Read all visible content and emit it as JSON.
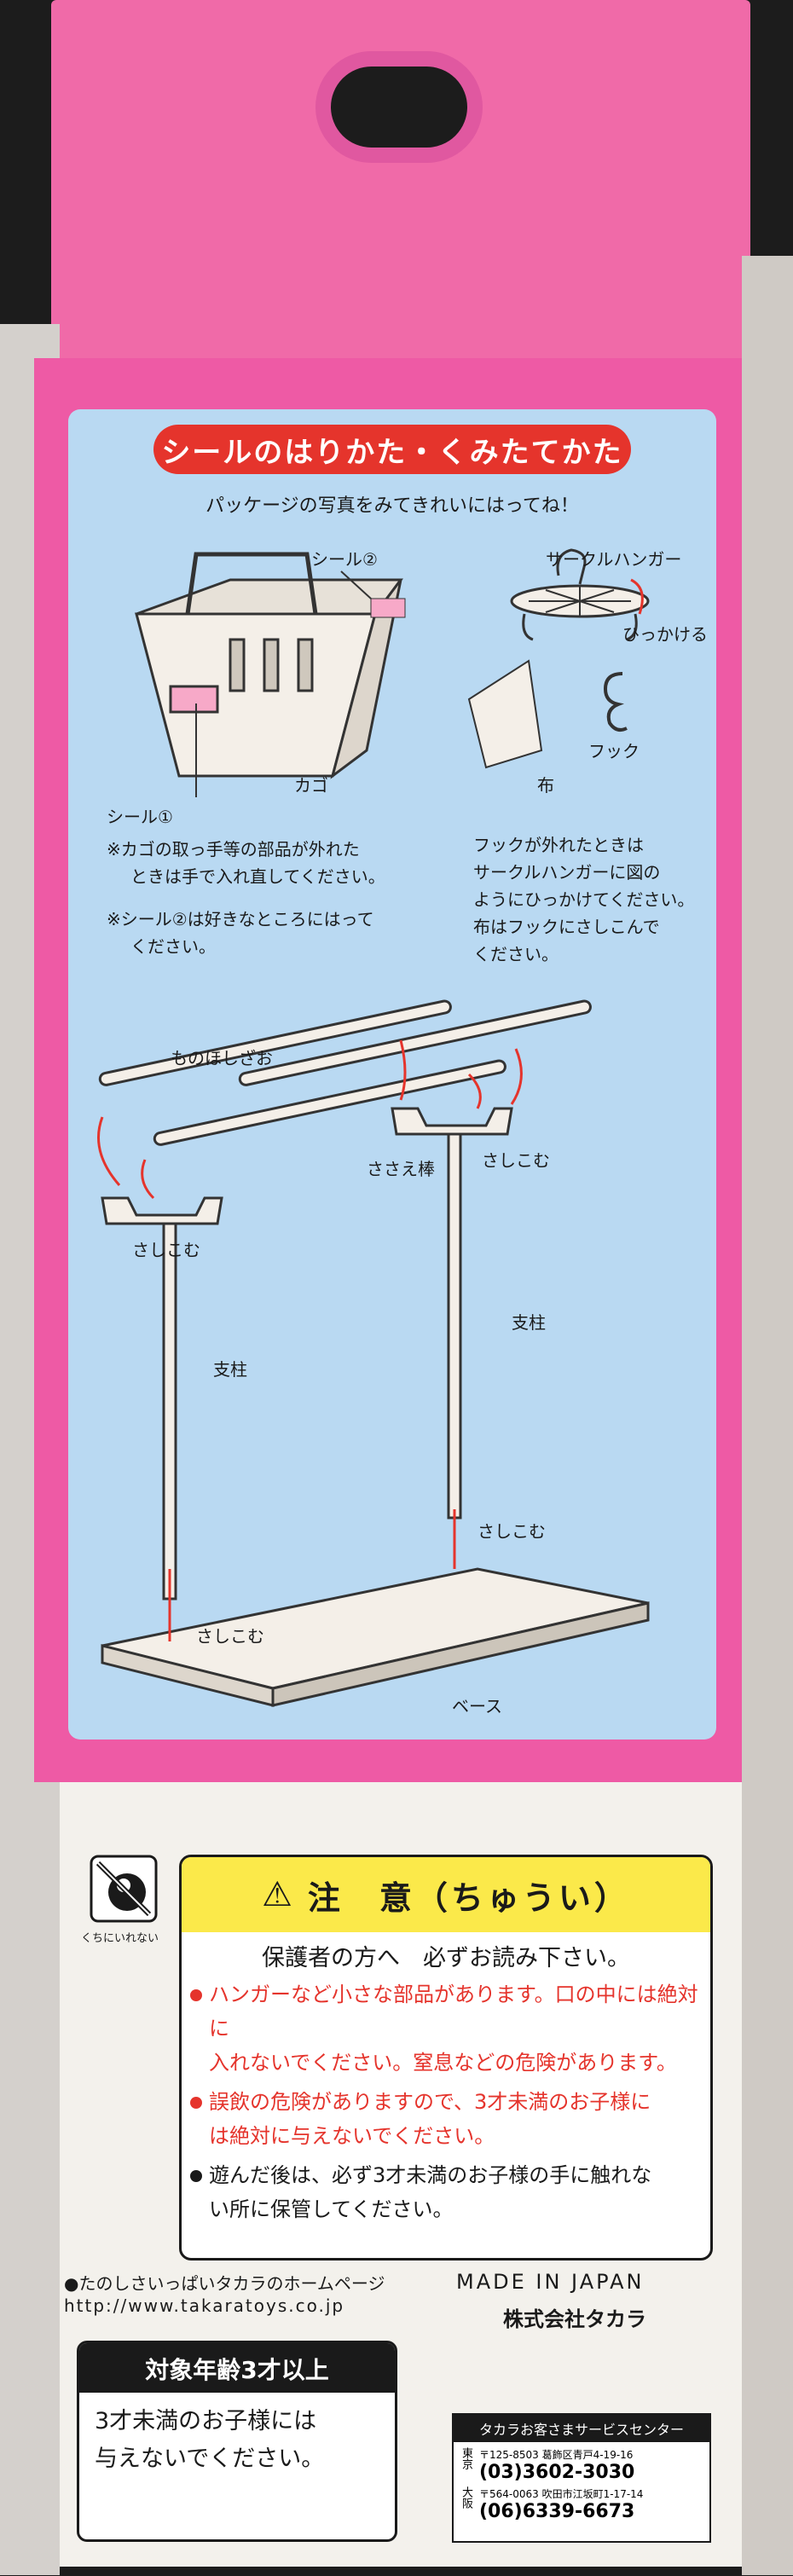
{
  "instructions": {
    "title": "シールのはりかた・くみたてかた",
    "subtitle": "パッケージの写真をみてきれいにはってね！",
    "seal2_label": "シール",
    "seal1_label": "シール",
    "basket_label": "カゴ",
    "hanger_label": "サークルハンガー",
    "hook_action_label": "ひっかける",
    "hook_label": "フック",
    "cloth_label": "布",
    "basket_note_1": "※カゴの取っ手等の部品が外れた",
    "basket_note_2": "ときは手で入れ直してください。",
    "seal_note_1": "※シール②は好きなところにはって",
    "seal_note_2": "ください。",
    "hook_note_1": "フックが外れたときは",
    "hook_note_2": "サークルハンガーに図の",
    "hook_note_3": "ようにひっかけてください。",
    "hook_note_4": "布はフックにさしこんで",
    "hook_note_5": "ください。",
    "pole_label": "ものほしざお",
    "support_bar_label": "ささえ棒",
    "insert_label_1": "さしこむ",
    "insert_label_2": "さしこむ",
    "insert_label_3": "さしこむ",
    "insert_label_4": "さしこむ",
    "post_label_1": "支柱",
    "post_label_2": "支柱",
    "base_label": "ベース"
  },
  "caution": {
    "icon_caption": "くちにいれない",
    "heading": "注　意（ちゅうい）",
    "subheading": "保護者の方へ　必ずお読み下さい。",
    "item1_a": "ハンガーなど小さな部品があります。口の中には絶対に",
    "item1_b": "入れないでください。窒息などの危険があります。",
    "item2_a": "誤飲の危険がありますので、3才未満のお子様に",
    "item2_b": "は絶対に与えないでください。",
    "item3_a": "遊んだ後は、必ず3才未満のお子様の手に触れな",
    "item3_b": "い所に保管してください。"
  },
  "footer": {
    "homepage_label": "●たのしさいっぱいタカラのホームページ",
    "url": "http://www.takaratoys.co.jp",
    "made_in": "MADE IN JAPAN",
    "company": "株式会社タカラ",
    "service_center": "タカラお客さまサービスセンター",
    "tokyo": "東京",
    "tokyo_address": "〒125-8503 葛飾区青戸4-19-16",
    "tokyo_phone": "(03)3602-3030",
    "osaka": "大阪",
    "osaka_address": "〒564-0063 吹田市江坂町1-17-14",
    "osaka_phone": "(06)6339-6673",
    "age_heading": "対象年齢3才以上",
    "age_text_1": "3才未満のお子様には",
    "age_text_2": "与えないでください。"
  },
  "colors": {
    "box_pink": "#ee5aa5",
    "panel_blue": "#b9d9f2",
    "title_red": "#e5342c",
    "caution_yellow": "#fbe94a"
  }
}
